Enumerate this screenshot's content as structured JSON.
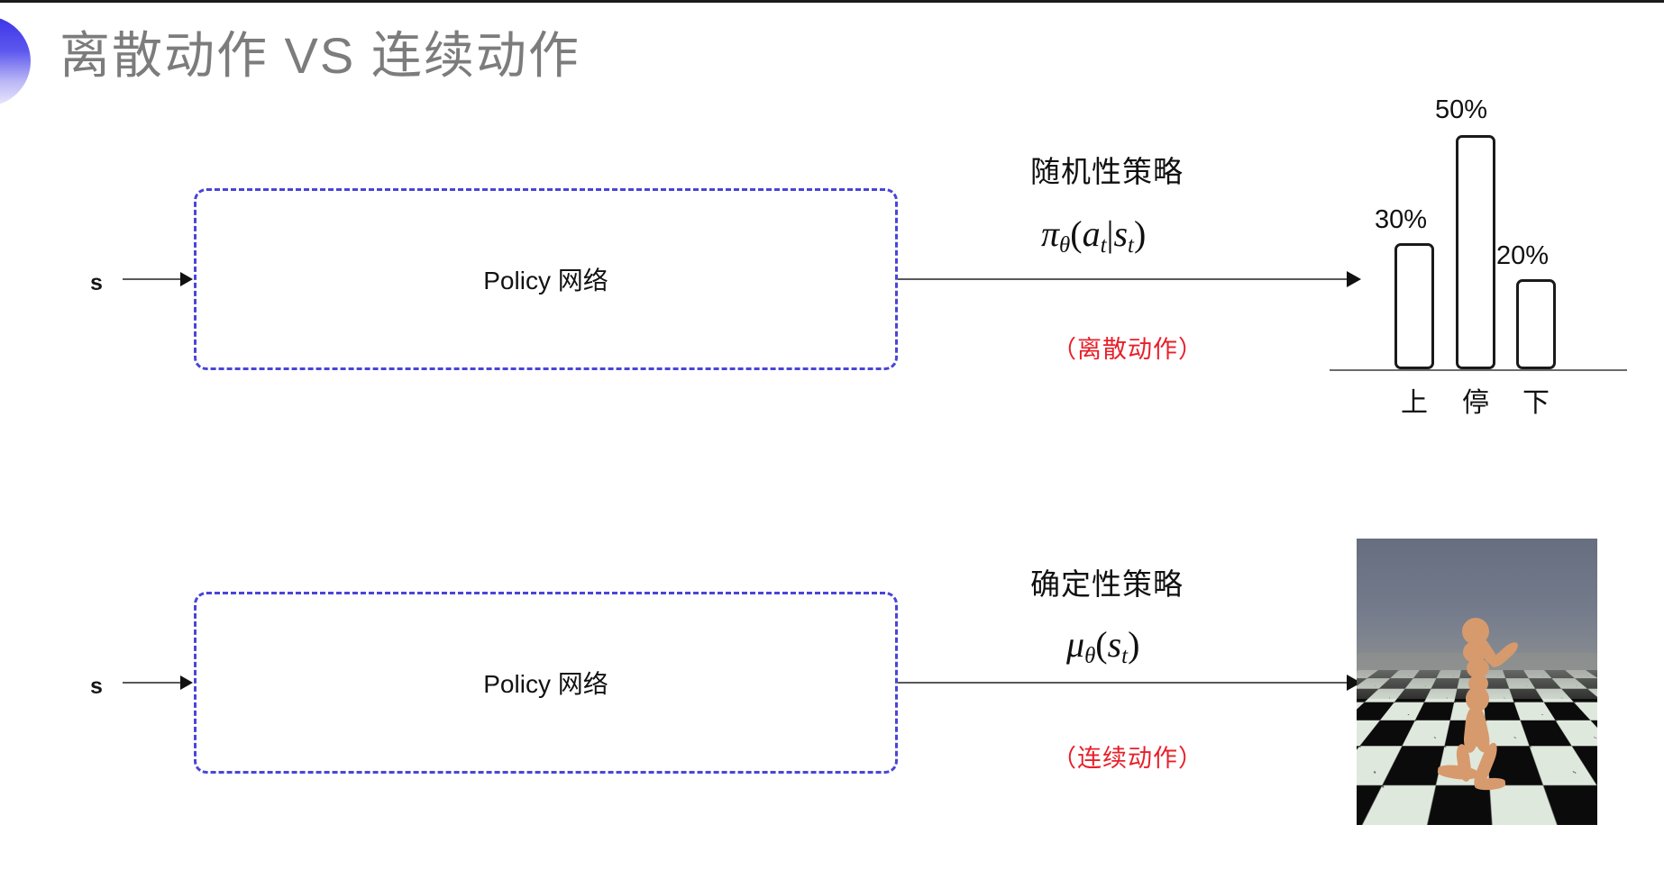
{
  "slide": {
    "title": "离散动作 VS 连续动作",
    "accent_color": "#3b34e8",
    "note_color": "#e8202a",
    "box_border_color": "#4a45d6"
  },
  "rows": [
    {
      "input_label": "s",
      "box_label": "Policy 网络",
      "policy_name": "随机性策略",
      "formula_plain": "πθ(at|st)",
      "formula_parts": {
        "head": "π",
        "head_sub": "θ",
        "open": "(",
        "arg1": "a",
        "arg1_sub": "t",
        "bar": "|",
        "arg2": "s",
        "arg2_sub": "t",
        "close": ")"
      },
      "note": "（离散动作）",
      "output_kind": "bar-chart"
    },
    {
      "input_label": "s",
      "box_label": "Policy 网络",
      "policy_name": "确定性策略",
      "formula_plain": "μθ(st)",
      "formula_parts": {
        "head": "μ",
        "head_sub": "θ",
        "open": "(",
        "arg1": "s",
        "arg1_sub": "t",
        "bar": "",
        "arg2": "",
        "arg2_sub": "",
        "close": ")"
      },
      "note": "（连续动作）",
      "output_kind": "humanoid-simulation"
    }
  ],
  "chart_data": {
    "type": "bar",
    "title": "",
    "xlabel": "",
    "ylabel": "",
    "categories": [
      "上",
      "停",
      "下"
    ],
    "values": [
      30,
      50,
      20
    ],
    "value_labels": [
      "30%",
      "50%",
      "20%"
    ],
    "ylim": [
      0,
      60
    ],
    "grid": false,
    "legend": false,
    "bar_fill": "#ffffff",
    "bar_stroke": "#1a1a1a"
  },
  "simulation": {
    "name": "humanoid-mujoco-frame",
    "sky_color": "#6e7687",
    "floor_colors": [
      "#dfe8dd",
      "#0b0b0b"
    ],
    "body_color": "#d79a6d"
  }
}
